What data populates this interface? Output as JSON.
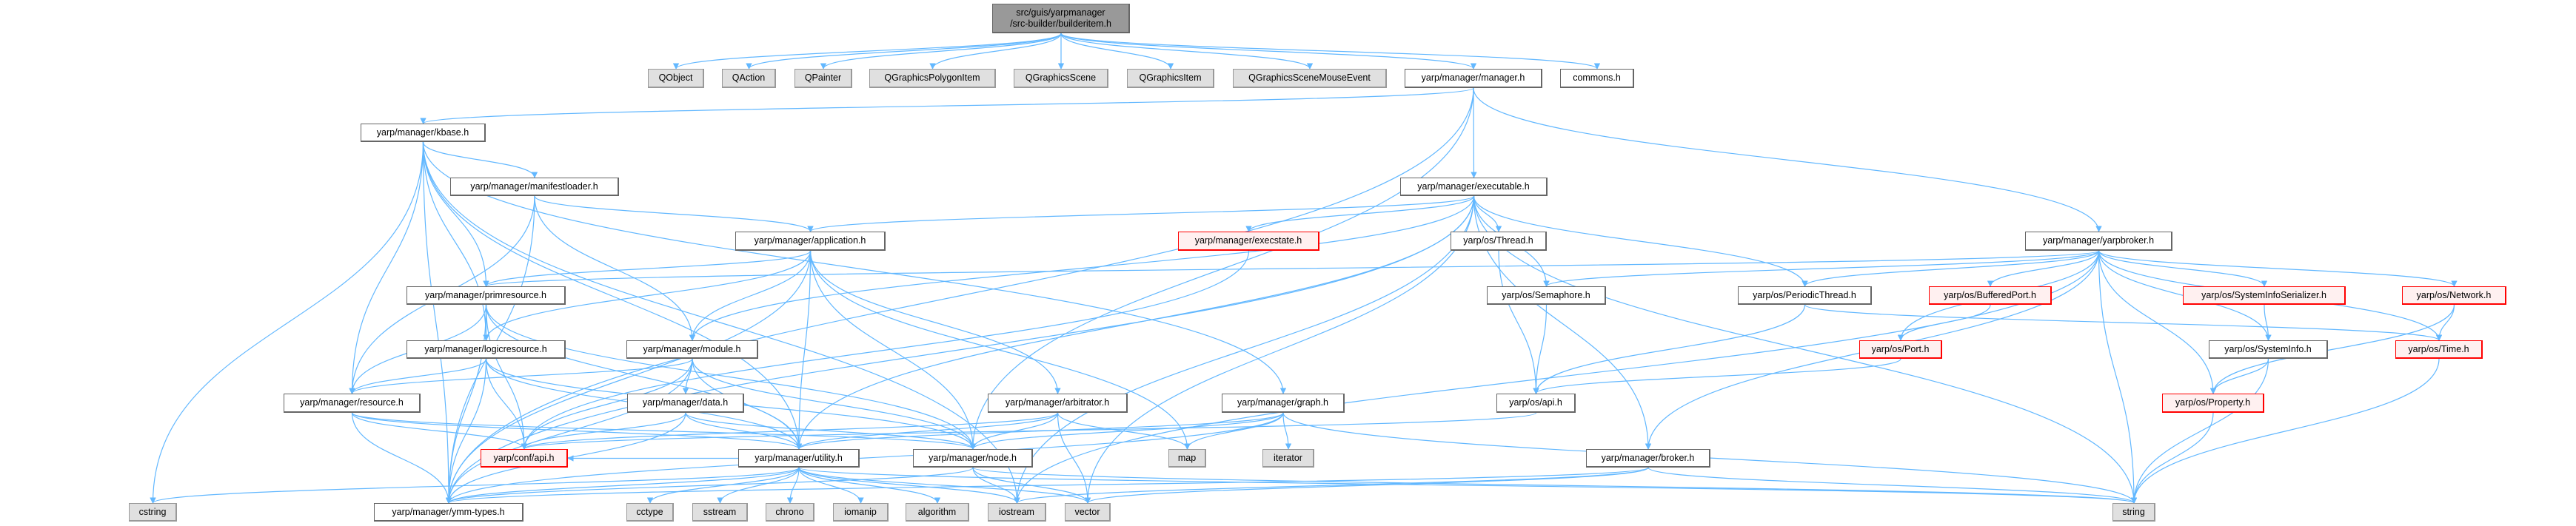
{
  "title": "src/guis/yarpmanager/src-builder/builderitem.h",
  "colors": {
    "edge": "#63b8ff",
    "root": "#999999",
    "external": "#e0e0e0",
    "missing": "#fff0f0",
    "missing_border": "#ff0000"
  },
  "nodes": [
    {
      "id": "builderitem",
      "label": "src/guis/yarpmanager\n/src-builder/builderitem.h",
      "kind": "root"
    },
    {
      "id": "QObject",
      "label": "QObject",
      "kind": "ext"
    },
    {
      "id": "QAction",
      "label": "QAction",
      "kind": "ext"
    },
    {
      "id": "QPainter",
      "label": "QPainter",
      "kind": "ext"
    },
    {
      "id": "QGraphicsPolygonItem",
      "label": "QGraphicsPolygonItem",
      "kind": "ext"
    },
    {
      "id": "QGraphicsScene",
      "label": "QGraphicsScene",
      "kind": "ext"
    },
    {
      "id": "QGraphicsItem",
      "label": "QGraphicsItem",
      "kind": "ext"
    },
    {
      "id": "QGraphicsSceneMouseEvent",
      "label": "QGraphicsSceneMouseEvent",
      "kind": "ext"
    },
    {
      "id": "manager",
      "label": "yarp/manager/manager.h",
      "kind": "file"
    },
    {
      "id": "commons",
      "label": "commons.h",
      "kind": "file"
    },
    {
      "id": "kbase",
      "label": "yarp/manager/kbase.h",
      "kind": "file"
    },
    {
      "id": "manifestloader",
      "label": "yarp/manager/manifestloader.h",
      "kind": "file"
    },
    {
      "id": "executable",
      "label": "yarp/manager/executable.h",
      "kind": "file"
    },
    {
      "id": "application",
      "label": "yarp/manager/application.h",
      "kind": "file"
    },
    {
      "id": "execstate",
      "label": "yarp/manager/execstate.h",
      "kind": "red"
    },
    {
      "id": "Thread",
      "label": "yarp/os/Thread.h",
      "kind": "file"
    },
    {
      "id": "yarpbroker",
      "label": "yarp/manager/yarpbroker.h",
      "kind": "file"
    },
    {
      "id": "primresource",
      "label": "yarp/manager/primresource.h",
      "kind": "file"
    },
    {
      "id": "Semaphore",
      "label": "yarp/os/Semaphore.h",
      "kind": "file"
    },
    {
      "id": "PeriodicThread",
      "label": "yarp/os/PeriodicThread.h",
      "kind": "file"
    },
    {
      "id": "BufferedPort",
      "label": "yarp/os/BufferedPort.h",
      "kind": "red"
    },
    {
      "id": "SystemInfoSerializer",
      "label": "yarp/os/SystemInfoSerializer.h",
      "kind": "red"
    },
    {
      "id": "Network",
      "label": "yarp/os/Network.h",
      "kind": "red"
    },
    {
      "id": "logicresource",
      "label": "yarp/manager/logicresource.h",
      "kind": "file"
    },
    {
      "id": "module",
      "label": "yarp/manager/module.h",
      "kind": "file"
    },
    {
      "id": "Port",
      "label": "yarp/os/Port.h",
      "kind": "red"
    },
    {
      "id": "SystemInfo",
      "label": "yarp/os/SystemInfo.h",
      "kind": "file"
    },
    {
      "id": "Time",
      "label": "yarp/os/Time.h",
      "kind": "red"
    },
    {
      "id": "resource",
      "label": "yarp/manager/resource.h",
      "kind": "file"
    },
    {
      "id": "data",
      "label": "yarp/manager/data.h",
      "kind": "file"
    },
    {
      "id": "arbitrator",
      "label": "yarp/manager/arbitrator.h",
      "kind": "file"
    },
    {
      "id": "graph",
      "label": "yarp/manager/graph.h",
      "kind": "file"
    },
    {
      "id": "osapi",
      "label": "yarp/os/api.h",
      "kind": "file"
    },
    {
      "id": "Property",
      "label": "yarp/os/Property.h",
      "kind": "red"
    },
    {
      "id": "confapi",
      "label": "yarp/conf/api.h",
      "kind": "red"
    },
    {
      "id": "utility",
      "label": "yarp/manager/utility.h",
      "kind": "file"
    },
    {
      "id": "node",
      "label": "yarp/manager/node.h",
      "kind": "file"
    },
    {
      "id": "map",
      "label": "map",
      "kind": "ext"
    },
    {
      "id": "iterator",
      "label": "iterator",
      "kind": "ext"
    },
    {
      "id": "broker",
      "label": "yarp/manager/broker.h",
      "kind": "file"
    },
    {
      "id": "cstring",
      "label": "cstring",
      "kind": "ext"
    },
    {
      "id": "ymmtypes",
      "label": "yarp/manager/ymm-types.h",
      "kind": "file"
    },
    {
      "id": "cctype",
      "label": "cctype",
      "kind": "ext"
    },
    {
      "id": "sstream",
      "label": "sstream",
      "kind": "ext"
    },
    {
      "id": "chrono",
      "label": "chrono",
      "kind": "ext"
    },
    {
      "id": "iomanip",
      "label": "iomanip",
      "kind": "ext"
    },
    {
      "id": "algorithm",
      "label": "algorithm",
      "kind": "ext"
    },
    {
      "id": "iostream",
      "label": "iostream",
      "kind": "ext"
    },
    {
      "id": "vector",
      "label": "vector",
      "kind": "ext"
    },
    {
      "id": "string",
      "label": "string",
      "kind": "ext"
    }
  ],
  "edges": [
    [
      "builderitem",
      "QObject"
    ],
    [
      "builderitem",
      "QAction"
    ],
    [
      "builderitem",
      "QPainter"
    ],
    [
      "builderitem",
      "QGraphicsPolygonItem"
    ],
    [
      "builderitem",
      "QGraphicsScene"
    ],
    [
      "builderitem",
      "QGraphicsItem"
    ],
    [
      "builderitem",
      "QGraphicsSceneMouseEvent"
    ],
    [
      "builderitem",
      "manager"
    ],
    [
      "builderitem",
      "commons"
    ],
    [
      "manager",
      "kbase"
    ],
    [
      "manager",
      "ymmtypes"
    ],
    [
      "manager",
      "executable"
    ],
    [
      "manager",
      "yarpbroker"
    ],
    [
      "manager",
      "node"
    ],
    [
      "kbase",
      "manifestloader"
    ],
    [
      "kbase",
      "primresource"
    ],
    [
      "kbase",
      "logicresource"
    ],
    [
      "kbase",
      "resource"
    ],
    [
      "kbase",
      "ymmtypes"
    ],
    [
      "kbase",
      "cstring"
    ],
    [
      "kbase",
      "graph"
    ],
    [
      "kbase",
      "utility"
    ],
    [
      "kbase",
      "iostream"
    ],
    [
      "manifestloader",
      "application"
    ],
    [
      "manifestloader",
      "module"
    ],
    [
      "manifestloader",
      "resource"
    ],
    [
      "manifestloader",
      "ymmtypes"
    ],
    [
      "executable",
      "application"
    ],
    [
      "executable",
      "execstate"
    ],
    [
      "executable",
      "Thread"
    ],
    [
      "executable",
      "Semaphore"
    ],
    [
      "executable",
      "PeriodicThread"
    ],
    [
      "executable",
      "broker"
    ],
    [
      "executable",
      "module"
    ],
    [
      "executable",
      "utility"
    ],
    [
      "executable",
      "string"
    ],
    [
      "executable",
      "vector"
    ],
    [
      "executable",
      "ymmtypes"
    ],
    [
      "executable",
      "iostream"
    ],
    [
      "application",
      "primresource"
    ],
    [
      "application",
      "logicresource"
    ],
    [
      "application",
      "module"
    ],
    [
      "application",
      "arbitrator"
    ],
    [
      "application",
      "utility"
    ],
    [
      "application",
      "node"
    ],
    [
      "application",
      "ymmtypes"
    ],
    [
      "application",
      "map"
    ],
    [
      "execstate",
      "confapi"
    ],
    [
      "Thread",
      "osapi"
    ],
    [
      "yarpbroker",
      "primresource"
    ],
    [
      "yarpbroker",
      "Semaphore"
    ],
    [
      "yarpbroker",
      "PeriodicThread"
    ],
    [
      "yarpbroker",
      "BufferedPort"
    ],
    [
      "yarpbroker",
      "Port"
    ],
    [
      "yarpbroker",
      "SystemInfoSerializer"
    ],
    [
      "yarpbroker",
      "SystemInfo"
    ],
    [
      "yarpbroker",
      "Network"
    ],
    [
      "yarpbroker",
      "Time"
    ],
    [
      "yarpbroker",
      "Property"
    ],
    [
      "yarpbroker",
      "broker"
    ],
    [
      "yarpbroker",
      "string"
    ],
    [
      "yarpbroker",
      "iostream"
    ],
    [
      "primresource",
      "logicresource"
    ],
    [
      "primresource",
      "resource"
    ],
    [
      "primresource",
      "utility"
    ],
    [
      "primresource",
      "ymmtypes"
    ],
    [
      "primresource",
      "confapi"
    ],
    [
      "primresource",
      "node"
    ],
    [
      "logicresource",
      "resource"
    ],
    [
      "logicresource",
      "confapi"
    ],
    [
      "logicresource",
      "utility"
    ],
    [
      "logicresource",
      "ymmtypes"
    ],
    [
      "logicresource",
      "node"
    ],
    [
      "module",
      "resource"
    ],
    [
      "module",
      "data"
    ],
    [
      "module",
      "utility"
    ],
    [
      "module",
      "node"
    ],
    [
      "module",
      "confapi"
    ],
    [
      "module",
      "ymmtypes"
    ],
    [
      "resource",
      "confapi"
    ],
    [
      "resource",
      "utility"
    ],
    [
      "resource",
      "ymmtypes"
    ],
    [
      "resource",
      "node"
    ],
    [
      "data",
      "confapi"
    ],
    [
      "data",
      "utility"
    ],
    [
      "data",
      "ymmtypes"
    ],
    [
      "data",
      "node"
    ],
    [
      "arbitrator",
      "node"
    ],
    [
      "arbitrator",
      "utility"
    ],
    [
      "arbitrator",
      "map"
    ],
    [
      "arbitrator",
      "vector"
    ],
    [
      "arbitrator",
      "confapi"
    ],
    [
      "graph",
      "node"
    ],
    [
      "graph",
      "map"
    ],
    [
      "graph",
      "iterator"
    ],
    [
      "graph",
      "ymmtypes"
    ],
    [
      "graph",
      "string"
    ],
    [
      "graph",
      "utility"
    ],
    [
      "osapi",
      "confapi"
    ],
    [
      "Semaphore",
      "osapi"
    ],
    [
      "PeriodicThread",
      "osapi"
    ],
    [
      "PeriodicThread",
      "Time"
    ],
    [
      "BufferedPort",
      "Port"
    ],
    [
      "Port",
      "osapi"
    ],
    [
      "SystemInfoSerializer",
      "SystemInfo"
    ],
    [
      "SystemInfo",
      "Property"
    ],
    [
      "SystemInfo",
      "string"
    ],
    [
      "Network",
      "Time"
    ],
    [
      "Network",
      "Property"
    ],
    [
      "Time",
      "string"
    ],
    [
      "Property",
      "string"
    ],
    [
      "utility",
      "ymmtypes"
    ],
    [
      "utility",
      "cstring"
    ],
    [
      "utility",
      "cctype"
    ],
    [
      "utility",
      "sstream"
    ],
    [
      "utility",
      "chrono"
    ],
    [
      "utility",
      "iomanip"
    ],
    [
      "utility",
      "algorithm"
    ],
    [
      "utility",
      "iostream"
    ],
    [
      "utility",
      "vector"
    ],
    [
      "utility",
      "string"
    ],
    [
      "utility",
      "confapi"
    ],
    [
      "node",
      "iostream"
    ],
    [
      "node",
      "vector"
    ],
    [
      "node",
      "string"
    ],
    [
      "node",
      "ymmtypes"
    ],
    [
      "broker",
      "ymmtypes"
    ],
    [
      "broker",
      "vector"
    ],
    [
      "broker",
      "string"
    ],
    [
      "broker",
      "iostream"
    ]
  ]
}
